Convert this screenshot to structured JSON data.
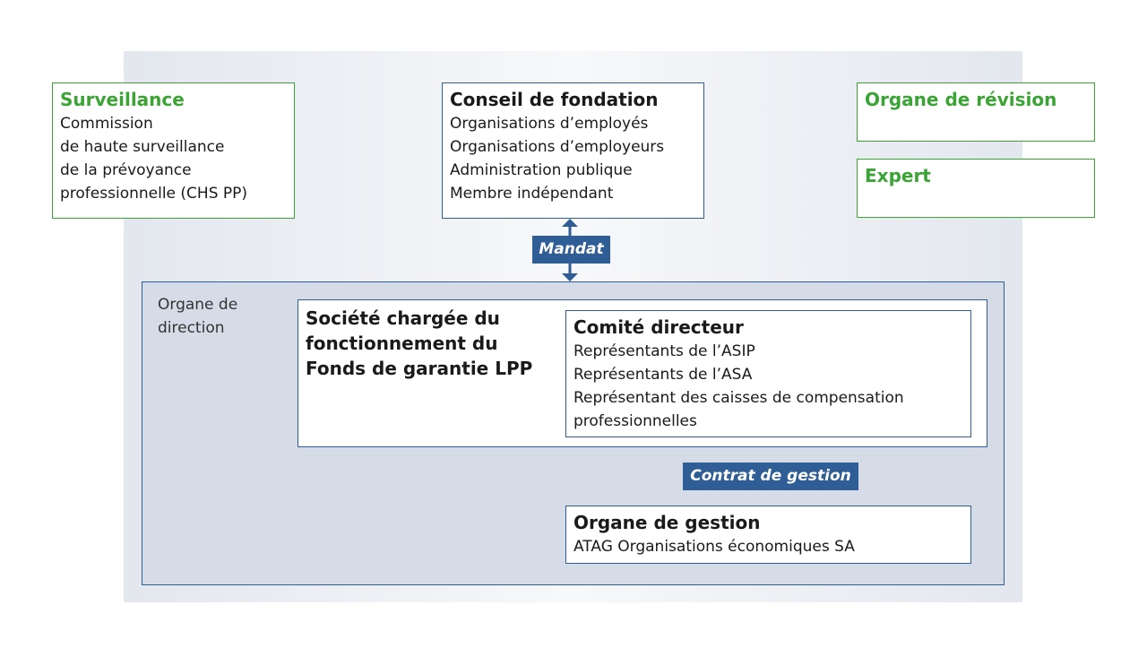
{
  "surveillance": {
    "title": "Surveillance",
    "lines": [
      "Commission",
      "de haute surveillance",
      "de la prévoyance",
      "professionnelle (CHS PP)"
    ]
  },
  "conseil": {
    "title": "Conseil de fondation",
    "lines": [
      "Organisations d’employés",
      "Organisations d’employeurs",
      "Administration publique",
      "Membre indépendant"
    ]
  },
  "revision": {
    "title": "Organe de révision"
  },
  "expert": {
    "title": "Expert"
  },
  "mandat_label": "Mandat",
  "direction": {
    "label_line1": "Organe de",
    "label_line2": "direction"
  },
  "societe": {
    "title_lines": [
      "Société chargée du",
      "fonctionnement du",
      "Fonds de garantie LPP"
    ]
  },
  "comite": {
    "title": "Comité directeur",
    "lines": [
      "Représentants de l’ASIP",
      "Représentants de l’ASA",
      "Représentant des caisses de compensation",
      "professionnelles"
    ]
  },
  "contrat_label": "Contrat de gestion",
  "gestion": {
    "title": "Organe de gestion",
    "lines": [
      "ATAG Organisations économiques SA"
    ]
  },
  "colors": {
    "green": "#3aa535",
    "blue": "#2f5d95",
    "panel": "#d5dce7"
  }
}
